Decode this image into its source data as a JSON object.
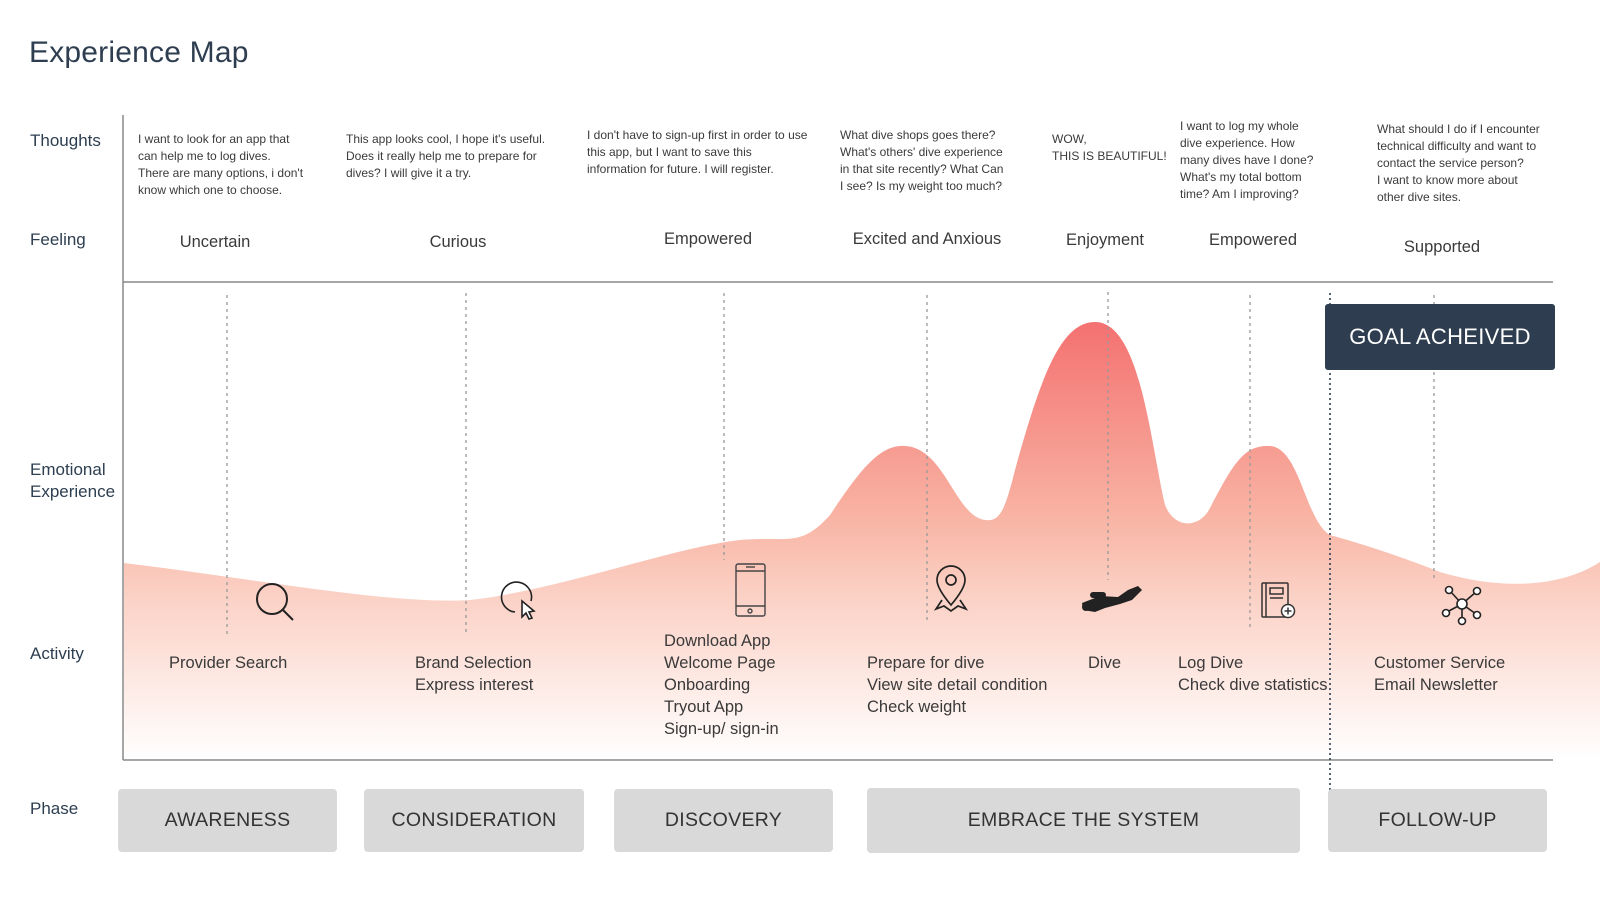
{
  "title": "Experience Map",
  "row_labels": {
    "thoughts": "Thoughts",
    "feeling": "Feeling",
    "emotional_line1": "Emotional",
    "emotional_line2": "Experience",
    "activity": "Activity",
    "phase": "Phase"
  },
  "thoughts": [
    "I want to look for an app that\ncan help me to log dives.\nThere are many options, i don't\nknow which one to choose.",
    "This app looks cool, I hope it's useful.\nDoes it really help me to prepare for\ndives? I will give it a try.",
    "I don't have to sign-up first in order to use\nthis app, but I want to save this\ninformation for future. I will register.",
    "What dive shops goes there?\nWhat's others' dive experience\nin that site recently? What Can\nI see? Is my weight too much?",
    "WOW,\nTHIS IS BEAUTIFUL!",
    "I want to log my whole\ndive experience. How\nmany dives have I done?\nWhat's my total bottom\ntime? Am I improving?",
    "What should I do if I encounter\ntechnical difficulty and want to\ncontact the service person?\nI want to know more about\nother dive sites."
  ],
  "feelings": [
    "Uncertain",
    "Curious",
    "Empowered",
    "Excited and Anxious",
    "Enjoyment",
    "Empowered",
    "Supported"
  ],
  "activities": [
    [
      "Provider Search"
    ],
    [
      "Brand Selection",
      "Express interest"
    ],
    [
      "Download App",
      "Welcome Page",
      "Onboarding",
      "Tryout App",
      "Sign-up/ sign-in"
    ],
    [
      "Prepare for dive",
      "View site detail condition",
      "Check weight"
    ],
    [
      "Dive"
    ],
    [
      "Log Dive",
      "Check dive statistics"
    ],
    [
      "Customer Service",
      "Email Newsletter"
    ]
  ],
  "icons": [
    "search-icon",
    "cursor-click-icon",
    "smartphone-icon",
    "map-pin-icon",
    "diver-icon",
    "logbook-add-icon",
    "network-icon"
  ],
  "phases": [
    "AWARENESS",
    "CONSIDERATION",
    "DISCOVERY",
    "EMBRACE THE SYSTEM",
    "FOLLOW-UP"
  ],
  "goal_label": "GOAL ACHEIVED",
  "colors": {
    "accent_dark": "#2e3e50",
    "curve_peak": "#f47070",
    "curve_base": "#fbd4c8",
    "phase_bg": "#d9d9d9"
  }
}
